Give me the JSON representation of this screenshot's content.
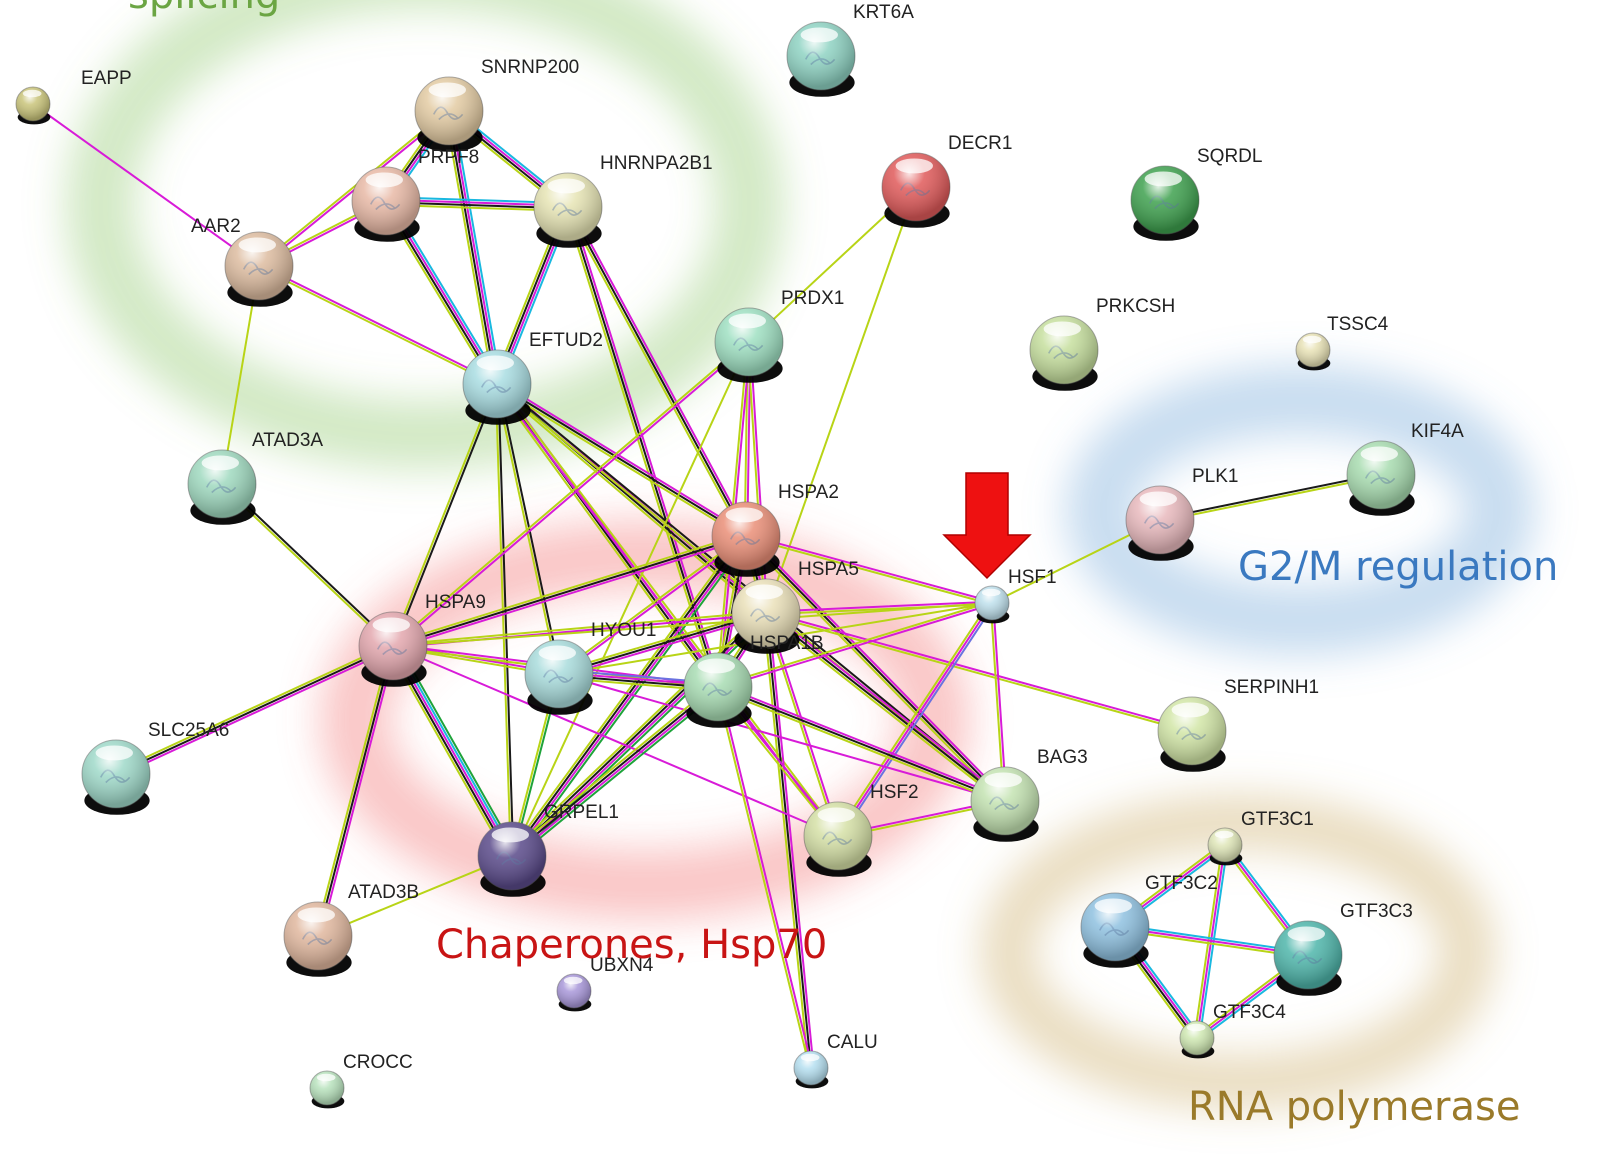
{
  "clusters": {
    "splicing": "splicing",
    "chaperones": "Chaperones, Hsp70",
    "g2m": "G2/M regulation",
    "rnapol": "RNA polymerase"
  },
  "colors": {
    "splicing": "#7fbf5a",
    "chaperones": "#f26a6a",
    "g2m": "#6fa3d8",
    "rnapol": "#c8a860",
    "arrow": "#ee1111"
  },
  "nodes": [
    {
      "id": "EAPP",
      "label": "EAPP",
      "color": "#c9c47a"
    },
    {
      "id": "SNRNP200",
      "label": "SNRNP200",
      "color": "#e3cba3"
    },
    {
      "id": "PRPF8",
      "label": "PRPF8",
      "color": "#e8b9a6"
    },
    {
      "id": "HNRNPA2B1",
      "label": "HNRNPA2B1",
      "color": "#e6e4b4"
    },
    {
      "id": "AAR2",
      "label": "AAR2",
      "color": "#ddbca0"
    },
    {
      "id": "KRT6A",
      "label": "KRT6A",
      "color": "#8fd3c3"
    },
    {
      "id": "DECR1",
      "label": "DECR1",
      "color": "#e05a5a"
    },
    {
      "id": "SQRDL",
      "label": "SQRDL",
      "color": "#3fa14f"
    },
    {
      "id": "PRDX1",
      "label": "PRDX1",
      "color": "#9fe0c2"
    },
    {
      "id": "PRKCSH",
      "label": "PRKCSH",
      "color": "#c6df9e"
    },
    {
      "id": "TSSC4",
      "label": "TSSC4",
      "color": "#e8e2b6"
    },
    {
      "id": "EFTUD2",
      "label": "EFTUD2",
      "color": "#a9dde2"
    },
    {
      "id": "ATAD3A",
      "label": "ATAD3A",
      "color": "#9fd9bf"
    },
    {
      "id": "KIF4A",
      "label": "KIF4A",
      "color": "#a8dcb0"
    },
    {
      "id": "PLK1",
      "label": "PLK1",
      "color": "#e8b9bd"
    },
    {
      "id": "HSPA2",
      "label": "HSPA2",
      "color": "#ea8f78"
    },
    {
      "id": "HSPA5",
      "label": "HSPA5",
      "color": "#eae0b9"
    },
    {
      "id": "HSF1",
      "label": "HSF1",
      "color": "#bfe0ec"
    },
    {
      "id": "HSPA9",
      "label": "HSPA9",
      "color": "#e3a7ae"
    },
    {
      "id": "HYOU1",
      "label": "HYOU1",
      "color": "#a9dcdc"
    },
    {
      "id": "HSPA1B",
      "label": "HSPA1B",
      "color": "#a8dcb3"
    },
    {
      "id": "SERPINH1",
      "label": "SERPINH1",
      "color": "#d2e6a7"
    },
    {
      "id": "SLC25A6",
      "label": "SLC25A6",
      "color": "#9fd9c9"
    },
    {
      "id": "BAG3",
      "label": "BAG3",
      "color": "#c4e3b2"
    },
    {
      "id": "HSF2",
      "label": "HSF2",
      "color": "#d5e0a6"
    },
    {
      "id": "GRPEL1",
      "label": "GRPEL1",
      "color": "#5a4a8a"
    },
    {
      "id": "GTF3C1",
      "label": "GTF3C1",
      "color": "#dfe6b8"
    },
    {
      "id": "GTF3C2",
      "label": "GTF3C2",
      "color": "#8fc1e0"
    },
    {
      "id": "GTF3C3",
      "label": "GTF3C3",
      "color": "#4fb6ab"
    },
    {
      "id": "ATAD3B",
      "label": "ATAD3B",
      "color": "#e0b79e"
    },
    {
      "id": "UBXN4",
      "label": "UBXN4",
      "color": "#a897d9"
    },
    {
      "id": "GTF3C4",
      "label": "GTF3C4",
      "color": "#cfe8b2"
    },
    {
      "id": "CALU",
      "label": "CALU",
      "color": "#b5dff0"
    },
    {
      "id": "CROCC",
      "label": "CROCC",
      "color": "#b8e2bd"
    }
  ],
  "edges": [
    {
      "a": "EAPP",
      "b": "AAR2",
      "types": [
        "magenta"
      ]
    },
    {
      "a": "AAR2",
      "b": "PRPF8",
      "types": [
        "yellow",
        "magenta"
      ]
    },
    {
      "a": "AAR2",
      "b": "SNRNP200",
      "types": [
        "yellow",
        "magenta"
      ]
    },
    {
      "a": "AAR2",
      "b": "EFTUD2",
      "types": [
        "magenta",
        "yellow"
      ]
    },
    {
      "a": "AAR2",
      "b": "ATAD3A",
      "types": [
        "yellow"
      ]
    },
    {
      "a": "SNRNP200",
      "b": "PRPF8",
      "types": [
        "cyan",
        "magenta",
        "black",
        "yellow"
      ]
    },
    {
      "a": "SNRNP200",
      "b": "HNRNPA2B1",
      "types": [
        "cyan",
        "magenta",
        "black",
        "yellow"
      ]
    },
    {
      "a": "SNRNP200",
      "b": "EFTUD2",
      "types": [
        "cyan",
        "magenta",
        "black",
        "yellow"
      ]
    },
    {
      "a": "PRPF8",
      "b": "HNRNPA2B1",
      "types": [
        "cyan",
        "magenta",
        "black",
        "yellow"
      ]
    },
    {
      "a": "PRPF8",
      "b": "EFTUD2",
      "types": [
        "cyan",
        "magenta",
        "black",
        "yellow"
      ]
    },
    {
      "a": "HNRNPA2B1",
      "b": "EFTUD2",
      "types": [
        "cyan",
        "magenta",
        "black",
        "yellow"
      ]
    },
    {
      "a": "HNRNPA2B1",
      "b": "HSPA2",
      "types": [
        "magenta",
        "black",
        "yellow"
      ]
    },
    {
      "a": "HNRNPA2B1",
      "b": "HSPA1B",
      "types": [
        "magenta",
        "black",
        "yellow"
      ]
    },
    {
      "a": "EFTUD2",
      "b": "HSPA9",
      "types": [
        "black",
        "yellow"
      ]
    },
    {
      "a": "EFTUD2",
      "b": "HYOU1",
      "types": [
        "black",
        "yellow"
      ]
    },
    {
      "a": "EFTUD2",
      "b": "HSPA5",
      "types": [
        "magenta",
        "black",
        "yellow"
      ]
    },
    {
      "a": "EFTUD2",
      "b": "HSPA1B",
      "types": [
        "magenta",
        "black",
        "yellow"
      ]
    },
    {
      "a": "EFTUD2",
      "b": "HSPA2",
      "types": [
        "magenta",
        "black",
        "yellow"
      ]
    },
    {
      "a": "EFTUD2",
      "b": "GRPEL1",
      "types": [
        "black",
        "yellow"
      ]
    },
    {
      "a": "EFTUD2",
      "b": "BAG3",
      "types": [
        "black",
        "yellow"
      ]
    },
    {
      "a": "EFTUD2",
      "b": "HSF2",
      "types": [
        "yellow",
        "magenta"
      ]
    },
    {
      "a": "DECR1",
      "b": "PRDX1",
      "types": [
        "yellow"
      ]
    },
    {
      "a": "DECR1",
      "b": "HSPA5",
      "types": [
        "yellow"
      ]
    },
    {
      "a": "PRDX1",
      "b": "HSPA2",
      "types": [
        "magenta",
        "yellow"
      ]
    },
    {
      "a": "PRDX1",
      "b": "HSPA5",
      "types": [
        "magenta",
        "yellow"
      ]
    },
    {
      "a": "PRDX1",
      "b": "HSPA1B",
      "types": [
        "magenta",
        "yellow"
      ]
    },
    {
      "a": "PRDX1",
      "b": "HSPA9",
      "types": [
        "magenta",
        "yellow"
      ]
    },
    {
      "a": "PRDX1",
      "b": "GRPEL1",
      "types": [
        "yellow"
      ]
    },
    {
      "a": "ATAD3A",
      "b": "HSPA9",
      "types": [
        "black",
        "yellow"
      ]
    },
    {
      "a": "PLK1",
      "b": "KIF4A",
      "types": [
        "black",
        "yellow"
      ]
    },
    {
      "a": "PLK1",
      "b": "HSF1",
      "types": [
        "yellow"
      ]
    },
    {
      "a": "HSPA2",
      "b": "HSPA5",
      "types": [
        "magenta",
        "black",
        "yellow"
      ]
    },
    {
      "a": "HSPA2",
      "b": "HSPA1B",
      "types": [
        "magenta",
        "black",
        "yellow"
      ]
    },
    {
      "a": "HSPA2",
      "b": "HSPA9",
      "types": [
        "magenta",
        "black",
        "yellow"
      ]
    },
    {
      "a": "HSPA2",
      "b": "HYOU1",
      "types": [
        "magenta",
        "yellow"
      ]
    },
    {
      "a": "HSPA2",
      "b": "GRPEL1",
      "types": [
        "green",
        "magenta",
        "black",
        "yellow"
      ]
    },
    {
      "a": "HSPA2",
      "b": "HSF1",
      "types": [
        "magenta",
        "yellow"
      ]
    },
    {
      "a": "HSPA2",
      "b": "BAG3",
      "types": [
        "magenta",
        "black",
        "yellow"
      ]
    },
    {
      "a": "HSPA5",
      "b": "HSPA1B",
      "types": [
        "magenta",
        "black",
        "yellow"
      ]
    },
    {
      "a": "HSPA5",
      "b": "HSPA9",
      "types": [
        "magenta",
        "yellow"
      ]
    },
    {
      "a": "HSPA5",
      "b": "HYOU1",
      "types": [
        "magenta",
        "black",
        "yellow"
      ]
    },
    {
      "a": "HSPA5",
      "b": "GRPEL1",
      "types": [
        "green",
        "magenta",
        "black",
        "yellow"
      ]
    },
    {
      "a": "HSPA5",
      "b": "HSF1",
      "types": [
        "magenta",
        "yellow"
      ]
    },
    {
      "a": "HSPA5",
      "b": "BAG3",
      "types": [
        "magenta",
        "black",
        "yellow"
      ]
    },
    {
      "a": "HSPA5",
      "b": "HSF2",
      "types": [
        "magenta",
        "yellow"
      ]
    },
    {
      "a": "HSPA5",
      "b": "CALU",
      "types": [
        "magenta",
        "black",
        "yellow"
      ]
    },
    {
      "a": "HSPA5",
      "b": "SERPINH1",
      "types": [
        "magenta",
        "yellow"
      ]
    },
    {
      "a": "HSF1",
      "b": "HSPA1B",
      "types": [
        "magenta",
        "yellow"
      ]
    },
    {
      "a": "HSF1",
      "b": "HSPA9",
      "types": [
        "yellow"
      ]
    },
    {
      "a": "HSF1",
      "b": "HYOU1",
      "types": [
        "yellow"
      ]
    },
    {
      "a": "HSF1",
      "b": "BAG3",
      "types": [
        "magenta",
        "yellow"
      ]
    },
    {
      "a": "HSF1",
      "b": "HSF2",
      "types": [
        "blue",
        "magenta",
        "yellow"
      ]
    },
    {
      "a": "HSPA9",
      "b": "HYOU1",
      "types": [
        "magenta",
        "yellow"
      ]
    },
    {
      "a": "HSPA9",
      "b": "HSPA1B",
      "types": [
        "magenta",
        "yellow"
      ]
    },
    {
      "a": "HSPA9",
      "b": "GRPEL1",
      "types": [
        "green",
        "cyan",
        "magenta",
        "black",
        "yellow"
      ]
    },
    {
      "a": "HSPA9",
      "b": "SLC25A6",
      "types": [
        "magenta",
        "black",
        "yellow"
      ]
    },
    {
      "a": "HSPA9",
      "b": "ATAD3B",
      "types": [
        "magenta",
        "black",
        "yellow"
      ]
    },
    {
      "a": "HSPA9",
      "b": "HSF2",
      "types": [
        "magenta"
      ]
    },
    {
      "a": "HYOU1",
      "b": "HSPA1B",
      "types": [
        "blue",
        "magenta",
        "black",
        "yellow"
      ]
    },
    {
      "a": "HYOU1",
      "b": "GRPEL1",
      "types": [
        "green",
        "yellow"
      ]
    },
    {
      "a": "HYOU1",
      "b": "BAG3",
      "types": [
        "magenta"
      ]
    },
    {
      "a": "HSPA1B",
      "b": "GRPEL1",
      "types": [
        "green",
        "magenta",
        "black",
        "yellow"
      ]
    },
    {
      "a": "HSPA1B",
      "b": "BAG3",
      "types": [
        "magenta",
        "black",
        "yellow"
      ]
    },
    {
      "a": "HSPA1B",
      "b": "HSF2",
      "types": [
        "magenta",
        "yellow"
      ]
    },
    {
      "a": "HSPA1B",
      "b": "CALU",
      "types": [
        "magenta",
        "yellow"
      ]
    },
    {
      "a": "HSF2",
      "b": "BAG3",
      "types": [
        "magenta",
        "yellow"
      ]
    },
    {
      "a": "GRPEL1",
      "b": "ATAD3B",
      "types": [
        "yellow"
      ]
    },
    {
      "a": "GTF3C1",
      "b": "GTF3C2",
      "types": [
        "cyan",
        "magenta",
        "yellow"
      ]
    },
    {
      "a": "GTF3C1",
      "b": "GTF3C3",
      "types": [
        "cyan",
        "magenta",
        "yellow"
      ]
    },
    {
      "a": "GTF3C1",
      "b": "GTF3C4",
      "types": [
        "cyan",
        "magenta",
        "yellow"
      ]
    },
    {
      "a": "GTF3C2",
      "b": "GTF3C3",
      "types": [
        "cyan",
        "magenta",
        "yellow"
      ]
    },
    {
      "a": "GTF3C2",
      "b": "GTF3C4",
      "types": [
        "cyan",
        "magenta",
        "black",
        "yellow"
      ]
    },
    {
      "a": "GTF3C3",
      "b": "GTF3C4",
      "types": [
        "cyan",
        "magenta",
        "yellow"
      ]
    }
  ]
}
